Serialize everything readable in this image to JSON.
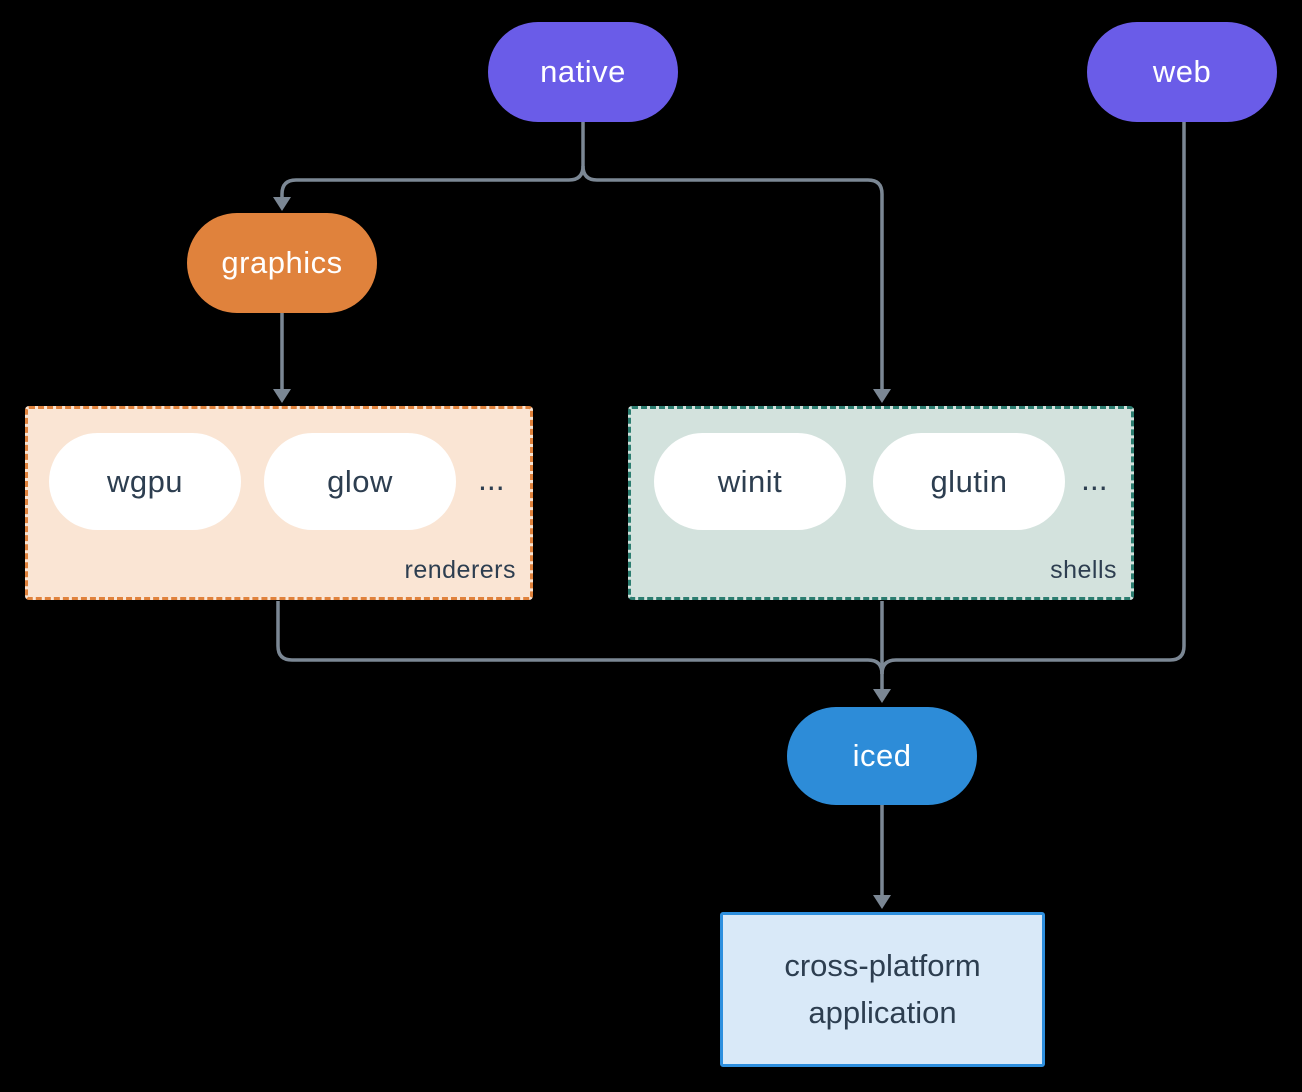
{
  "nodes": {
    "native": "native",
    "web": "web",
    "graphics": "graphics",
    "iced": "iced",
    "application": "cross-platform application"
  },
  "groups": {
    "renderers": {
      "label": "renderers",
      "items": [
        "wgpu",
        "glow"
      ],
      "more": "..."
    },
    "shells": {
      "label": "shells",
      "items": [
        "winit",
        "glutin"
      ],
      "more": "..."
    }
  },
  "colors": {
    "background": "#000000",
    "platform_pill": "#6a5ce8",
    "graphics_pill": "#e0823c",
    "iced_pill": "#2d8cd8",
    "renderers_box_bg": "#fae5d4",
    "renderers_box_border": "#e0823c",
    "shells_box_bg": "#d3e2dd",
    "shells_box_border": "#2c7d70",
    "app_box_bg": "#d9e9f8",
    "app_box_border": "#2e8fde",
    "pill_text_dark": "#2d3e50",
    "pill_text_light": "#ffffff",
    "connector": "#7b8794"
  }
}
